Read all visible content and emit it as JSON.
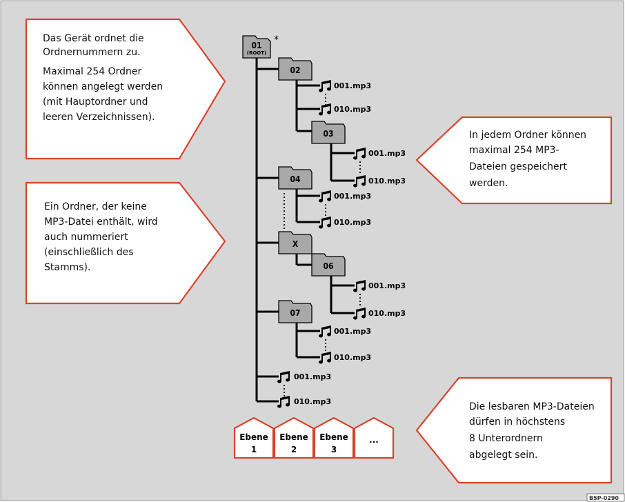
{
  "callouts": {
    "top_left": {
      "lines_a": [
        "Das Gerät ordnet die",
        "Ordnernummern zu."
      ],
      "lines_b": [
        "Maximal 254 Ordner",
        "können angelegt werden",
        "(mit Hauptordner und",
        "leeren Verzeichnissen)."
      ]
    },
    "mid_left": {
      "lines": [
        "Ein Ordner, der keine",
        "MP3-Datei enthält, wird",
        "auch nummeriert",
        "(einschließlich des",
        "Stamms)."
      ]
    },
    "top_right": {
      "lines": [
        "In jedem Ordner können",
        "maximal 254 MP3-",
        "Dateien gespeichert",
        "werden."
      ]
    },
    "bottom_right": {
      "lines": [
        "Die lesbaren MP3-Dateien",
        "dürfen in höchstens",
        "8 Unterordnern",
        "abgelegt sein."
      ]
    }
  },
  "tree": {
    "root_label": "01",
    "root_sub": "(ROOT)",
    "root_mark": "*",
    "folders": [
      "02",
      "03",
      "04",
      "X",
      "06",
      "07"
    ],
    "file_first": "001.mp3",
    "file_last": "010.mp3"
  },
  "levels": [
    "Ebene 1",
    "Ebene 2",
    "Ebene 3",
    "..."
  ],
  "image_code": "B5P-0290"
}
